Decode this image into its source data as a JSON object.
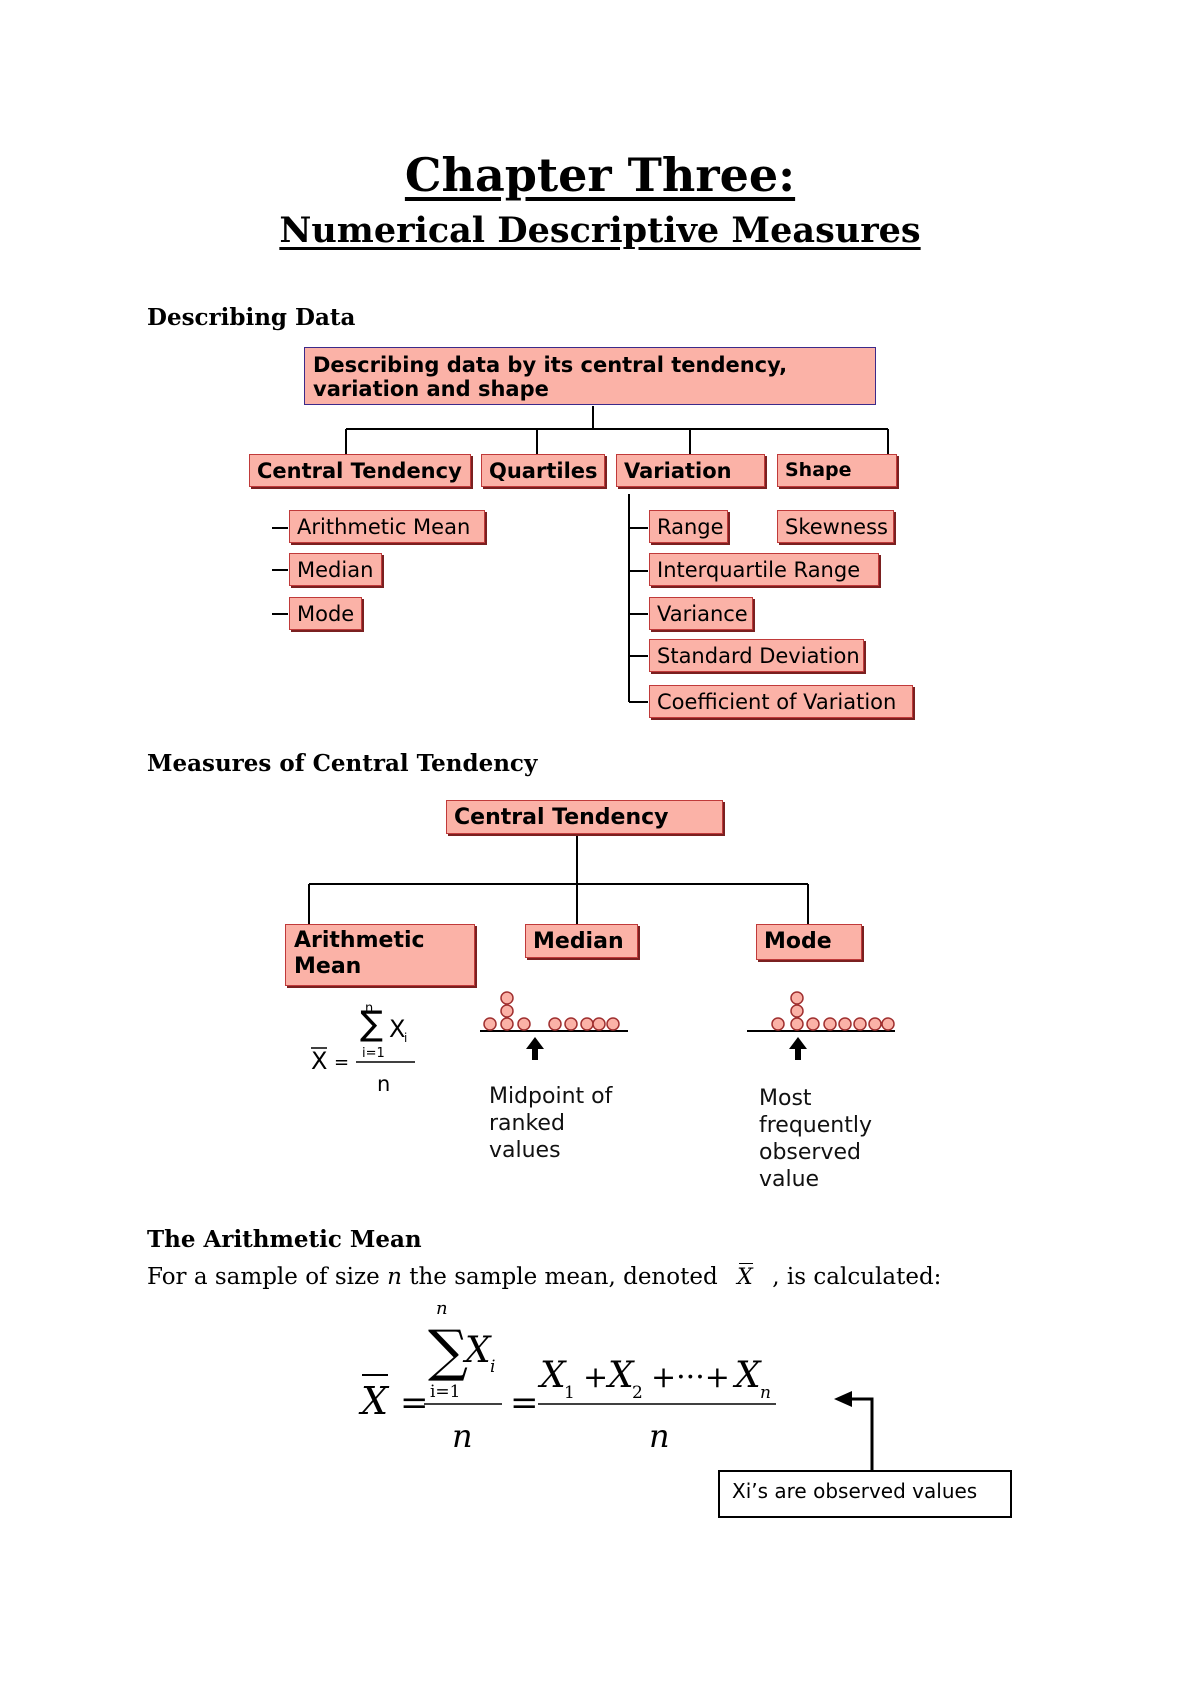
{
  "title": {
    "line1": "Chapter Three:",
    "line2": "Numerical Descriptive Measures"
  },
  "sections": {
    "describing_data": "Describing Data",
    "central_tendency": "Measures of Central Tendency",
    "arithmetic_mean": "The Arithmetic Mean"
  },
  "diagram1": {
    "root": "Describing data by its central tendency, variation and shape",
    "root_line1": "Describing data by its central tendency,",
    "root_line2": "variation and shape",
    "categories": [
      "Central Tendency",
      "Quartiles",
      "Variation",
      "Shape"
    ],
    "central_tendency_items": [
      "Arithmetic Mean",
      "Median",
      "Mode"
    ],
    "variation_items": [
      "Range",
      "Interquartile Range",
      "Variance",
      "Standard Deviation",
      "Coefficient of Variation"
    ],
    "shape_items": [
      "Skewness"
    ]
  },
  "diagram2": {
    "root": "Central Tendency",
    "children": [
      "Arithmetic Mean",
      "Median",
      "Mode"
    ],
    "mean_line1": "Arithmetic",
    "mean_line2": "Mean",
    "median_caption": [
      "Midpoint of",
      "ranked",
      "values"
    ],
    "mode_caption": [
      "Most",
      "frequently",
      "observed",
      "value"
    ]
  },
  "mean_text": {
    "intro_a": "For a sample of size",
    "intro_n": "n",
    "intro_b": "the sample mean, denoted",
    "intro_c": ", is calculated:",
    "note": "Xi’s are observed values"
  },
  "colors": {
    "box_fill": "#fbb2a7",
    "box_border": "#c03a3a",
    "root_border": "#3c2a8a"
  }
}
